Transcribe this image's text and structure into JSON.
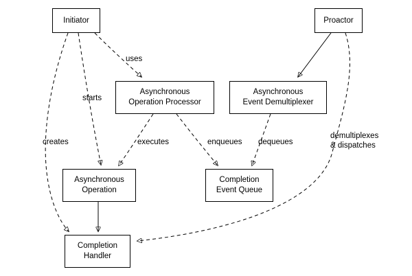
{
  "diagram": {
    "type": "diagram",
    "background": "#ffffff",
    "stroke_color": "#000000",
    "nodes": {
      "initiator": {
        "label": "Initiator"
      },
      "proactor": {
        "label": "Proactor"
      },
      "asynchronous_operation_processor": {
        "label": "Asynchronous\nOperation Processor"
      },
      "asynchronous_event_demultiplexer": {
        "label": "Asynchronous\nEvent Demultiplexer"
      },
      "asynchronous_operation": {
        "label": "Asynchronous\nOperation"
      },
      "completion_event_queue": {
        "label": "Completion\nEvent Queue"
      },
      "completion_handler": {
        "label": "Completion\nHandler"
      }
    },
    "edges": [
      {
        "from": "initiator",
        "to": "asynchronous_operation_processor",
        "label": "uses",
        "style": "dashed"
      },
      {
        "from": "initiator",
        "to": "asynchronous_operation",
        "label": "starts",
        "style": "dashed"
      },
      {
        "from": "initiator",
        "to": "completion_handler",
        "label": "creates",
        "style": "dashed"
      },
      {
        "from": "asynchronous_operation_processor",
        "to": "asynchronous_operation",
        "label": "executes",
        "style": "dashed"
      },
      {
        "from": "asynchronous_operation_processor",
        "to": "completion_event_queue",
        "label": "enqueues",
        "style": "dashed"
      },
      {
        "from": "asynchronous_event_demultiplexer",
        "to": "completion_event_queue",
        "label": "dequeues",
        "style": "dashed"
      },
      {
        "from": "proactor",
        "to": "asynchronous_event_demultiplexer",
        "label": "",
        "style": "solid"
      },
      {
        "from": "proactor",
        "to": "completion_handler",
        "label": "demultiplexes\n& dispatches",
        "style": "dashed"
      },
      {
        "from": "asynchronous_operation",
        "to": "completion_handler",
        "label": "",
        "style": "solid"
      }
    ]
  }
}
